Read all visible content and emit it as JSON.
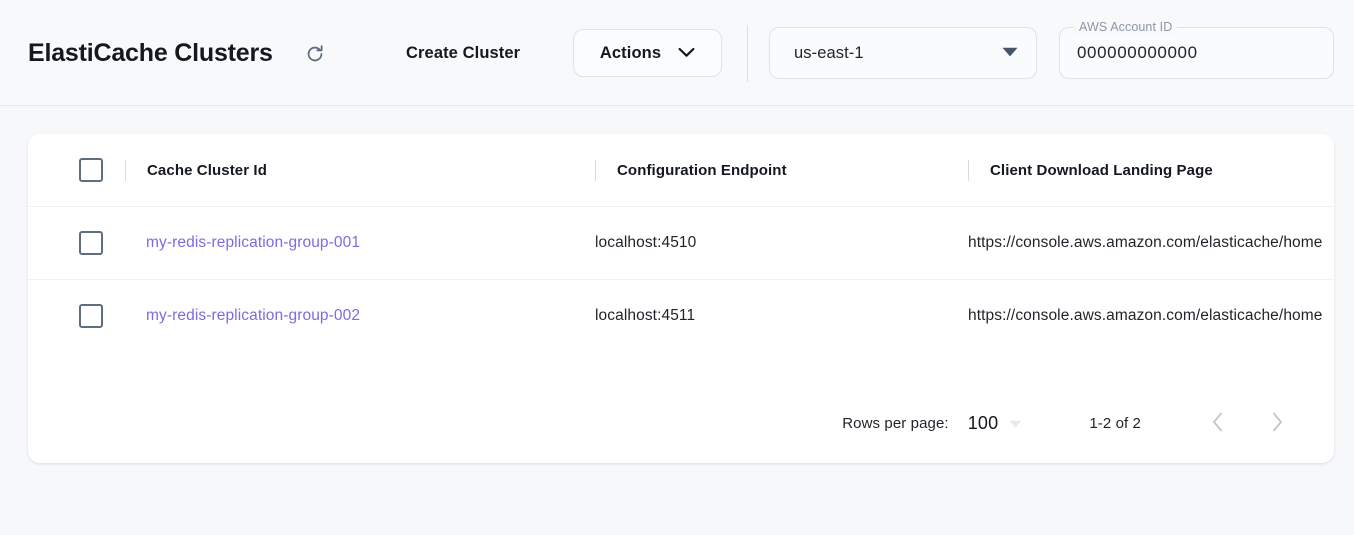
{
  "header": {
    "title": "ElastiCache Clusters",
    "refresh_icon": "refresh-icon",
    "create_label": "Create Cluster",
    "actions_label": "Actions",
    "actions_icon": "chevron-down-icon",
    "region": {
      "value": "us-east-1",
      "icon": "dropdown-triangle-icon"
    },
    "account": {
      "legend": "AWS Account ID",
      "value": "000000000000"
    }
  },
  "table": {
    "select_all_icon": "checkbox-unchecked-icon",
    "columns": [
      "Cache Cluster Id",
      "Configuration Endpoint",
      "Client Download Landing Page"
    ],
    "rows": [
      {
        "checkbox_icon": "checkbox-unchecked-icon",
        "cluster_id": "my-redis-replication-group-001",
        "endpoint": "localhost:4510",
        "landing_page": "https://console.aws.amazon.com/elasticache/home"
      },
      {
        "checkbox_icon": "checkbox-unchecked-icon",
        "cluster_id": "my-redis-replication-group-002",
        "endpoint": "localhost:4511",
        "landing_page": "https://console.aws.amazon.com/elasticache/home"
      }
    ]
  },
  "pagination": {
    "rows_per_page_label": "Rows per page:",
    "rows_per_page_value": "100",
    "rows_per_page_icon": "dropdown-triangle-icon",
    "range": "1-2 of 2",
    "prev_icon": "chevron-left-icon",
    "next_icon": "chevron-right-icon"
  },
  "colors": {
    "page_background": "#f7f8fa",
    "card_background": "#ffffff",
    "link": "#7b6ce0",
    "text": "#1f2329",
    "muted": "#8d97a5",
    "border": "#dfe2e6"
  }
}
